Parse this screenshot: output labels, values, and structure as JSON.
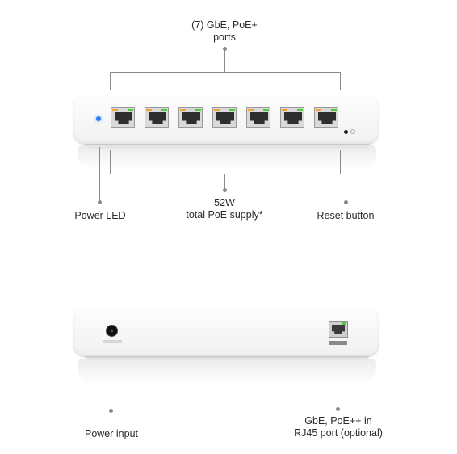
{
  "front": {
    "ports_callout": {
      "line1": "(7) GbE, PoE+",
      "line2": "ports"
    },
    "supply_callout": {
      "line1": "52W",
      "line2": "total PoE supply*"
    },
    "power_led_label": "Power LED",
    "reset_button_label": "Reset button",
    "ports": [
      {
        "id": "port-1"
      },
      {
        "id": "port-2"
      },
      {
        "id": "port-3"
      },
      {
        "id": "port-4"
      },
      {
        "id": "port-5"
      },
      {
        "id": "port-6"
      },
      {
        "id": "port-7"
      }
    ],
    "colors": {
      "power_led": "#2f7ef5",
      "link_led": "#f2a23a",
      "poe_led": "#4ccf3a"
    }
  },
  "rear": {
    "power_input_label": "Power input",
    "uplink_callout": {
      "line1": "GbE, PoE++ in",
      "line2": "RJ45 port (optional)"
    }
  }
}
